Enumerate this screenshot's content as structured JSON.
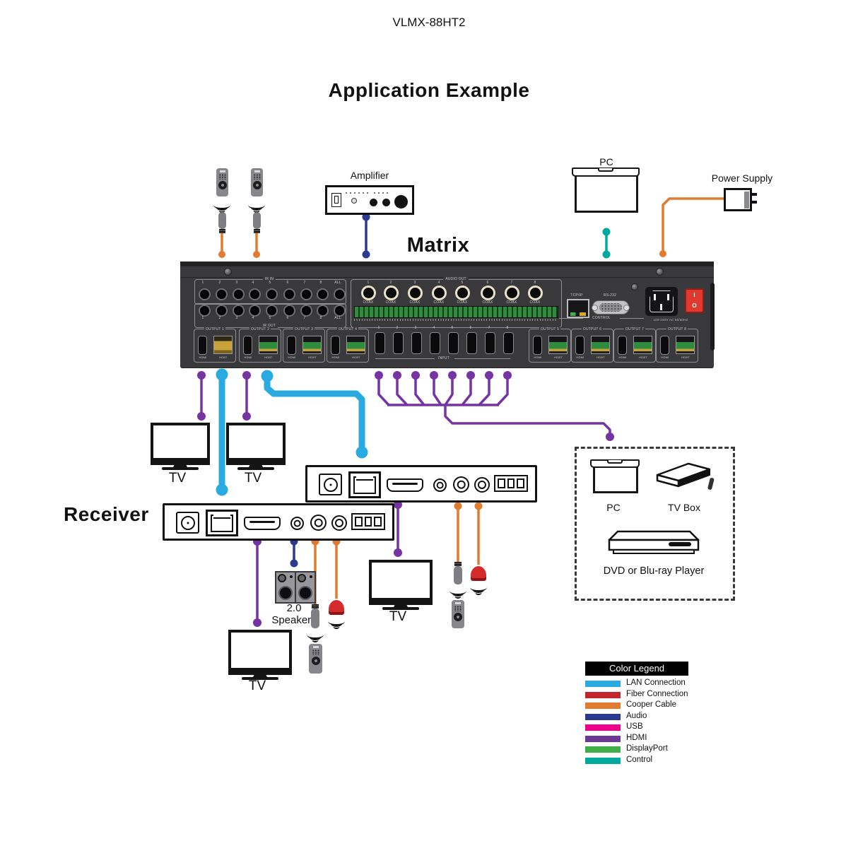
{
  "page": {
    "title": "VLMX-88HT2",
    "subtitle": "Application Example"
  },
  "colors": {
    "lan": "#29ABE2",
    "fiber": "#C1272D",
    "copper": "#E07B30",
    "audio": "#2B3990",
    "usb": "#EC008C",
    "hdmi": "#7533A3",
    "displayport": "#3FAE49",
    "control": "#00A99D"
  },
  "top": {
    "amplifier_label": "Amplifier",
    "pc_label": "PC",
    "power_supply_label": "Power Supply",
    "matrix_label": "Matrix"
  },
  "matrix": {
    "ir_in_label": "IR IN",
    "ir_out_label": "IR OUT",
    "ir_port_numbers": [
      "1",
      "2",
      "3",
      "4",
      "5",
      "6",
      "7",
      "8",
      "ALL"
    ],
    "audio_out_label": "AUDIO OUT",
    "audio_port_numbers": [
      "1",
      "2",
      "3",
      "4",
      "5",
      "6",
      "7",
      "8"
    ],
    "coax_label": "COAX",
    "tcpip_label": "TCP/IP",
    "rs232_label": "RS-232",
    "control_label": "CONTROL",
    "power_rating": "100-240V AC 50/60HZ",
    "power_on": "I",
    "power_off": "O",
    "output_labels": [
      "OUTPUT 1",
      "OUTPUT 2",
      "OUTPUT 3",
      "OUTPUT 4",
      "OUTPUT 5",
      "OUTPUT 6",
      "OUTPUT 7",
      "OUTPUT 8"
    ],
    "hdmi_label": "HDMI",
    "hdbt_label": "HDBT",
    "input_numbers": [
      "1",
      "2",
      "3",
      "4",
      "5",
      "6",
      "7",
      "8"
    ],
    "input_label": "INPUT"
  },
  "receivers": {
    "label": "Receiver"
  },
  "displays": {
    "tv_label": "TV"
  },
  "speakers": {
    "line1": "2.0",
    "line2": "Speakers"
  },
  "sources": {
    "pc_label": "PC",
    "tv_box_label": "TV Box",
    "dvd_label": "DVD or Blu-ray Player"
  },
  "legend": {
    "title": "Color Legend",
    "items": [
      {
        "label": "LAN Connection",
        "color": "#29ABE2"
      },
      {
        "label": "Fiber Connection",
        "color": "#C1272D"
      },
      {
        "label": "Cooper Cable",
        "color": "#E07B30"
      },
      {
        "label": "Audio",
        "color": "#2B3990"
      },
      {
        "label": "USB",
        "color": "#EC008C"
      },
      {
        "label": "HDMI",
        "color": "#6B3894"
      },
      {
        "label": "DisplayPort",
        "color": "#3FAE49"
      },
      {
        "label": "Control",
        "color": "#00A99D"
      }
    ]
  }
}
